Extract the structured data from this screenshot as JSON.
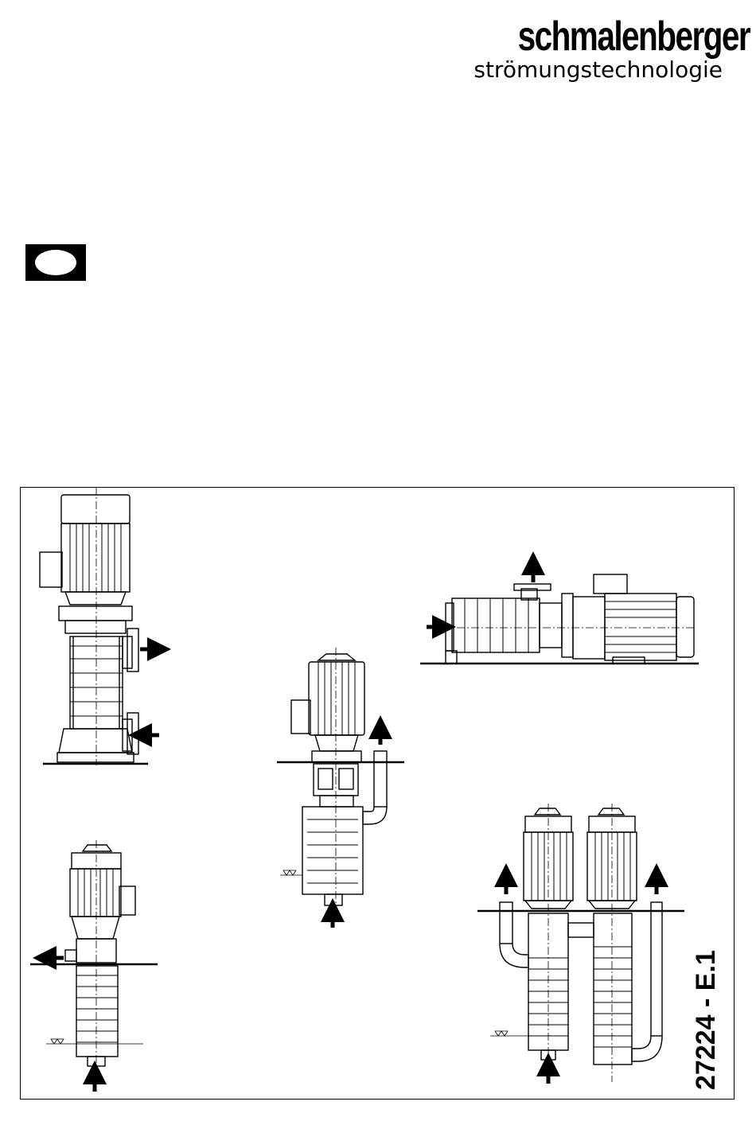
{
  "logo": {
    "brand": "schmalenberger",
    "tagline": "strömungstechnologie"
  },
  "language_badge": {
    "icon": "language-oval-icon"
  },
  "document_number": "27224 - E.1",
  "drawing_frame": {
    "illustrations": [
      "vertical-inline-pump-drawing",
      "horizontal-multistage-pump-drawing",
      "vertical-submersible-pump-drawing",
      "immersion-pump-drawing",
      "double-immersion-pump-drawing"
    ]
  }
}
